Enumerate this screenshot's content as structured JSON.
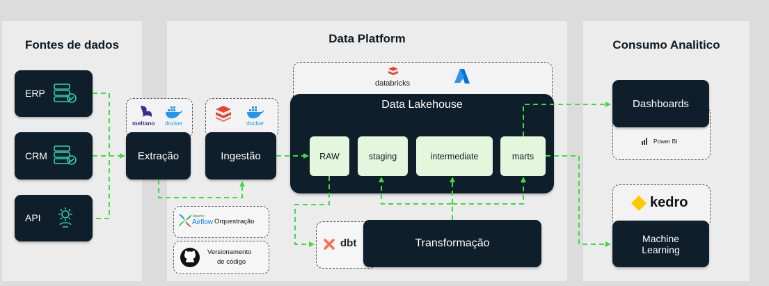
{
  "panels": {
    "sources": {
      "title": "Fontes de dados"
    },
    "platform": {
      "title": "Data Platform"
    },
    "consumption": {
      "title": "Consumo Analitico"
    }
  },
  "sources": {
    "erp": "ERP",
    "crm": "CRM",
    "api": "API"
  },
  "extraction": {
    "label": "Extração",
    "tool1": "meltano",
    "tool2": "docker"
  },
  "ingestion": {
    "label": "Ingestão",
    "tool2": "docker"
  },
  "lakehouse": {
    "title": "Data Lakehouse",
    "vendor": "databricks",
    "layers": {
      "raw": "RAW",
      "staging": "staging",
      "intermediate": "intermediate",
      "marts": "marts"
    }
  },
  "orchestration": {
    "apache": "Apache",
    "airflow": "Airflow",
    "label": "Orquestração"
  },
  "versioning": {
    "line1": "Versionamento",
    "line2": "de código"
  },
  "transformation": {
    "label": "Transformação",
    "tool": "dbt"
  },
  "dashboards": {
    "label": "Dashboards",
    "tool": "Power BI"
  },
  "ml": {
    "line1": "Machine",
    "line2": "Learning",
    "tool": "kedro"
  },
  "colors": {
    "dark": "#0e1e2a",
    "green_box": "#e2f7dc",
    "arrow": "#3ddc3d",
    "panel": "#ececec",
    "background": "#dcdcdc"
  }
}
